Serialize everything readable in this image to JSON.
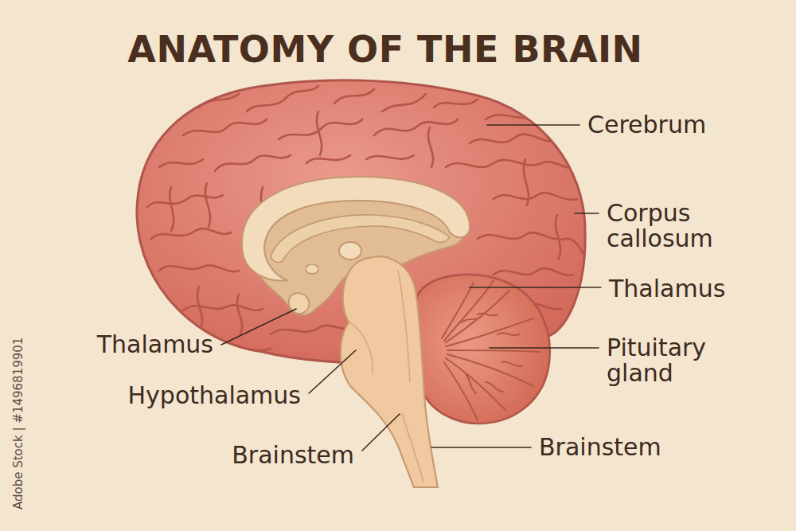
{
  "diagram": {
    "title": "ANATOMY OF THE BRAIN",
    "labels": [
      "Cerebrum",
      "Corpus callosum",
      "Thalamus",
      "Thalamus",
      "Pituitary gland",
      "Hypothalamus",
      "Brainstem",
      "Brainstem",
      "Adobe Stock | #1496819901"
    ]
  }
}
